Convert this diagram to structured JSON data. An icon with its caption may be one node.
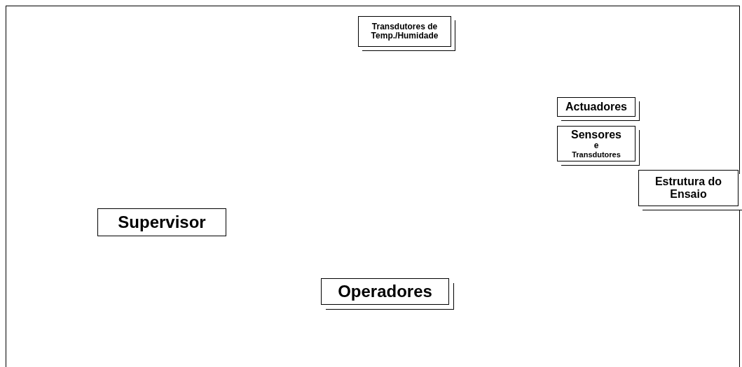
{
  "diagram": {
    "nodes": [
      {
        "text": [
          "Transdutores de Temp./Humidade"
        ]
      },
      {
        "text": [
          "Actuadores"
        ]
      },
      {
        "text": [
          "Sensores",
          "e",
          "Transdutores"
        ]
      },
      {
        "text": [
          "Estrutura do Ensaio"
        ]
      },
      {
        "text": [
          "Supervisor"
        ]
      },
      {
        "text": [
          "Operadores"
        ]
      }
    ]
  }
}
